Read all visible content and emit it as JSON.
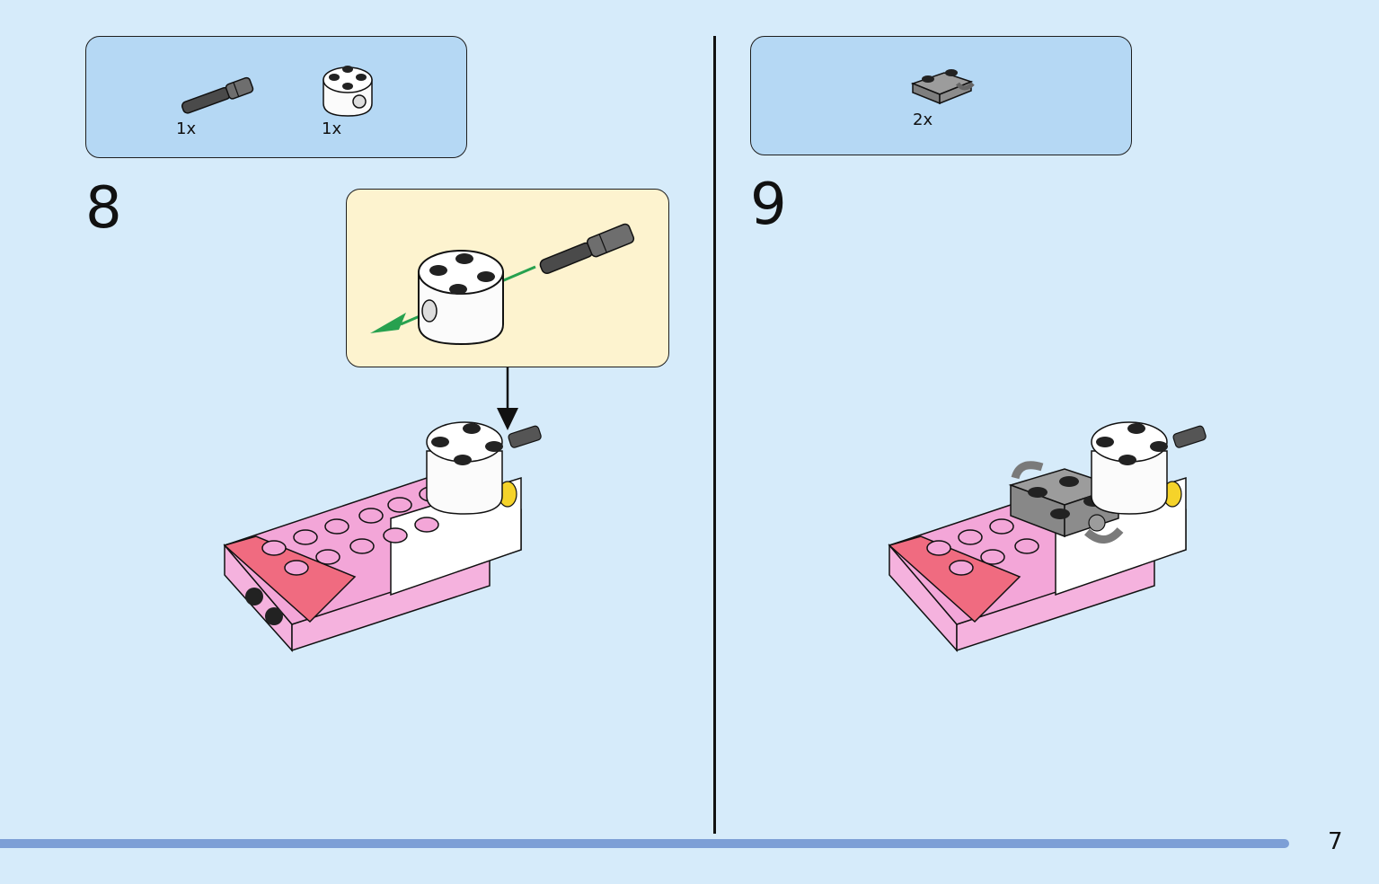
{
  "steps": [
    {
      "number": "8",
      "parts": [
        {
          "icon": "gray-axle-pin-icon",
          "qty": "1x"
        },
        {
          "icon": "white-round-brick-icon",
          "qty": "1x"
        }
      ]
    },
    {
      "number": "9",
      "parts": [
        {
          "icon": "gray-clip-plate-icon",
          "qty": "2x"
        }
      ]
    }
  ],
  "page_number": "7",
  "colors": {
    "background": "#d6ebfa",
    "parts_box": "#b5d8f4",
    "callout": "#fdf3cf",
    "bottom_bar": "#7d9fd6",
    "pink": "#f3a6d8",
    "pink_dark": "#e37fbf",
    "red_pink": "#f06b80",
    "gray": "#8c8c8c",
    "arrow_green": "#27a14f"
  }
}
